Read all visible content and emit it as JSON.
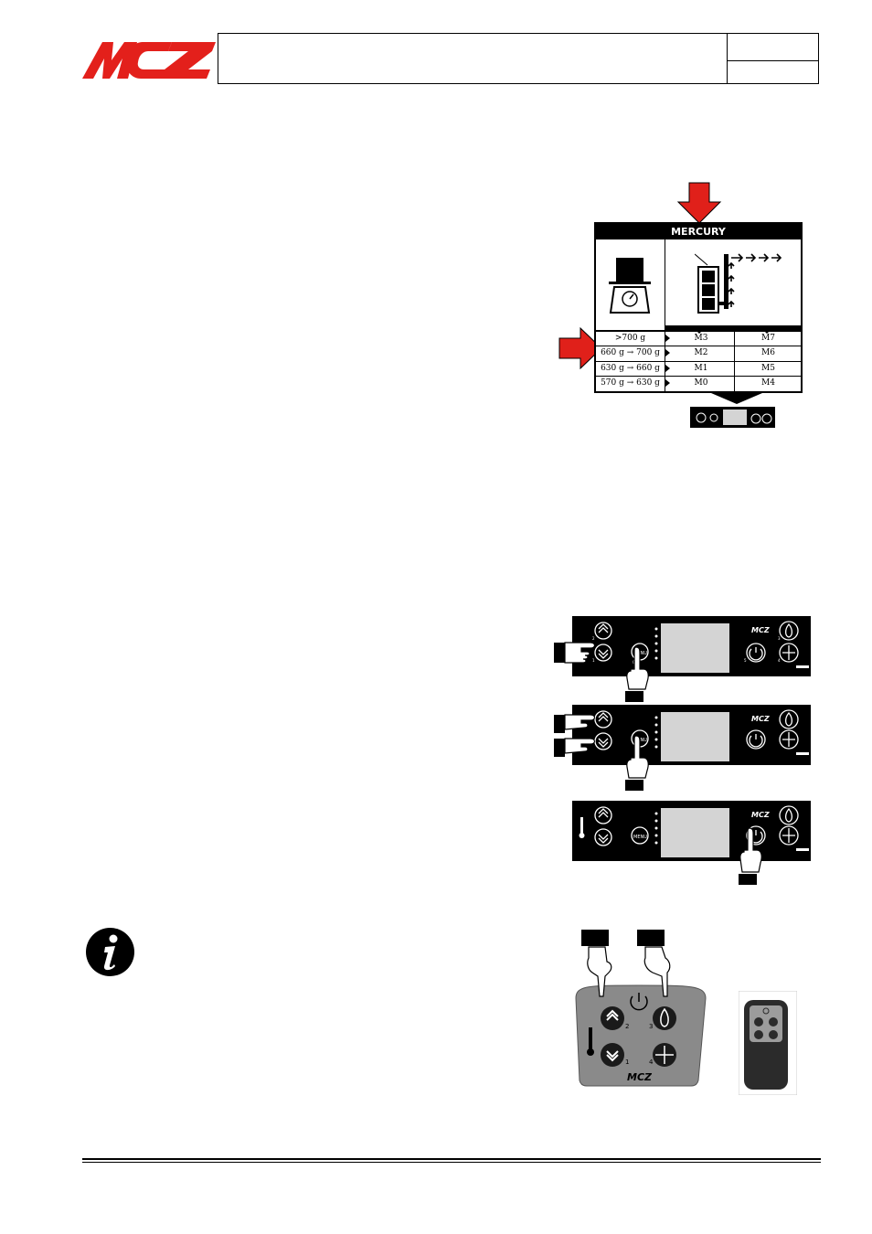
{
  "header": {
    "logo_text": "MCZ"
  },
  "mercury_card": {
    "title": "MERCURY",
    "rows": [
      {
        "weight": ">700 g",
        "m_left": "M3",
        "m_right": "M7"
      },
      {
        "weight": "660 g → 700 g",
        "m_left": "M2",
        "m_right": "M6"
      },
      {
        "weight": "630 g → 660 g",
        "m_left": "M1",
        "m_right": "M5"
      },
      {
        "weight": "570 g → 630 g",
        "m_left": "M0",
        "m_right": "M4"
      }
    ]
  },
  "panels": {
    "menu_label": "MENU",
    "brand": "MCZ",
    "key_numbers": {
      "up": "2",
      "down": "1",
      "menu": "0",
      "power": "5",
      "flame": "3",
      "fan": "4"
    }
  },
  "colors": {
    "brand_red": "#e3201b",
    "arrow_red": "#e0201a",
    "panel_black": "#000000",
    "screen_gray": "#d4d4d4",
    "keypad_gray": "#8a8a8a"
  },
  "icons": [
    "info-icon",
    "red-arrow-down-icon",
    "red-arrow-right-icon",
    "scale-icon",
    "flame-icon",
    "fan-icon",
    "power-icon",
    "thermometer-icon",
    "hand-pointer-icon"
  ]
}
